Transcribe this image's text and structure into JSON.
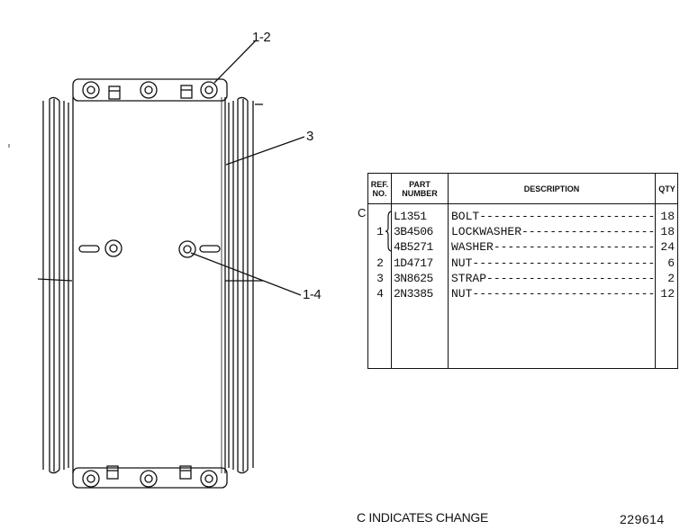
{
  "callouts": {
    "c12": "1-2",
    "c3": "3",
    "c14": "1-4"
  },
  "table": {
    "headers": {
      "ref": "REF. NO.",
      "part": "PART NUMBER",
      "description": "DESCRIPTION",
      "qty": "QTY"
    },
    "change_flag": "C",
    "rows": [
      {
        "ref": "",
        "part": "L1351",
        "description": "BOLT",
        "qty": "18"
      },
      {
        "ref": "1",
        "part": "3B4506",
        "description": "LOCKWASHER",
        "qty": "18"
      },
      {
        "ref": "",
        "part": "4B5271",
        "description": "WASHER",
        "qty": "24"
      },
      {
        "ref": "2",
        "part": "1D4717",
        "description": "NUT",
        "qty": "6"
      },
      {
        "ref": "3",
        "part": "3N8625",
        "description": "STRAP",
        "qty": "2"
      },
      {
        "ref": "4",
        "part": "2N3385",
        "description": "NUT",
        "qty": "12"
      }
    ]
  },
  "footer": {
    "note": "C INDICATES CHANGE",
    "drawing_number": "229614"
  }
}
